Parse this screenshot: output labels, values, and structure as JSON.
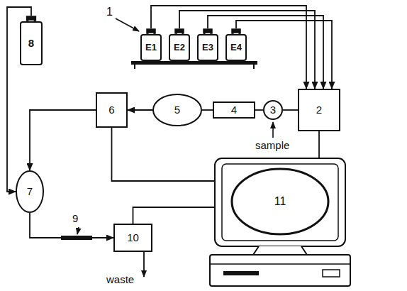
{
  "diagram": {
    "nodes": [
      {
        "text": [
          "E1"
        ]
      },
      {
        "text": [
          "E2"
        ]
      },
      {
        "text": [
          "E3"
        ]
      },
      {
        "text": [
          "E4"
        ]
      },
      {
        "text": [
          "2"
        ]
      },
      {
        "text": [
          "8"
        ]
      },
      {
        "text": [
          "6"
        ]
      },
      {
        "text": [
          "5"
        ]
      },
      {
        "text": [
          "4"
        ]
      },
      {
        "text": [
          "3"
        ]
      },
      {
        "text": [
          "7"
        ]
      },
      {
        "text": [
          "10"
        ]
      },
      {
        "text": [
          "11"
        ]
      }
    ],
    "edges": [
      {
        "from": 0,
        "to": 4,
        "arrow": "to"
      },
      {
        "from": 1,
        "to": 4,
        "arrow": "to"
      },
      {
        "from": 2,
        "to": 4,
        "arrow": "to"
      },
      {
        "from": 3,
        "to": 4,
        "arrow": "to"
      },
      {
        "from": 4,
        "to": 9,
        "arrow": "none"
      },
      {
        "from": 9,
        "to": 8,
        "arrow": "none"
      },
      {
        "from": 8,
        "to": 7,
        "arrow": "none"
      },
      {
        "from": 7,
        "to": 6,
        "arrow": "to"
      },
      {
        "from": 6,
        "to": 10,
        "arrow": "to"
      },
      {
        "from": 5,
        "to": 10,
        "arrow": "to"
      },
      {
        "from": 10,
        "to": 11,
        "arrow": "to"
      },
      {
        "from": 6,
        "to": 12,
        "arrow": "none"
      },
      {
        "from": 4,
        "to": 12,
        "arrow": "none"
      },
      {
        "from": 11,
        "to": 12,
        "arrow": "none"
      }
    ],
    "labels": [
      "1",
      "sample",
      "9",
      "waste"
    ]
  }
}
